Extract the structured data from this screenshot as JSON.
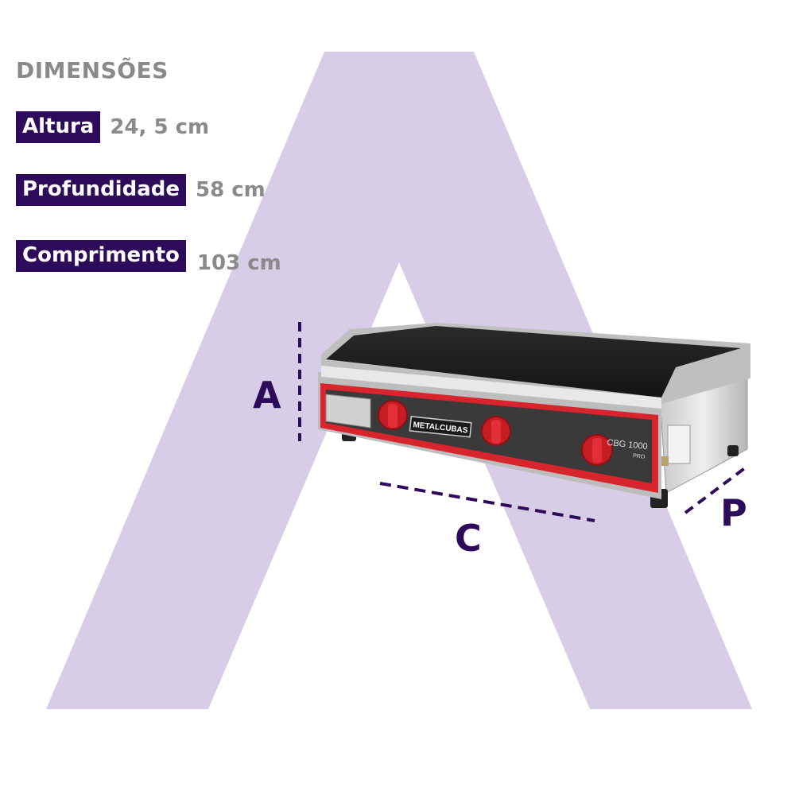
{
  "title": "DIMENSÕES",
  "colors": {
    "accent": "#2e0a5a",
    "background_letter": "#d8cde6",
    "value_text": "#8a8a8a",
    "product_red": "#d8242c"
  },
  "dimensions": [
    {
      "label": "Altura",
      "value": "24, 5 cm"
    },
    {
      "label": "Profundidade",
      "value": "58 cm"
    },
    {
      "label": "Comprimento",
      "value": "103 cm"
    }
  ],
  "diagram_labels": {
    "height": "A",
    "length": "C",
    "depth": "P"
  },
  "product": {
    "brand": "METALCUBAS",
    "model": "CBG 1000",
    "model_sub": "PRO"
  }
}
